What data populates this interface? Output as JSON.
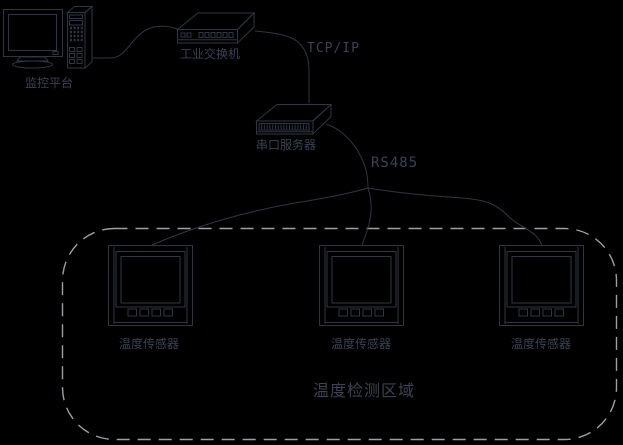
{
  "colors": {
    "background": "#000000",
    "line": "#2e3644",
    "text": "#3a4254",
    "dash": "#9aa0a6"
  },
  "nodes": {
    "workstation": {
      "label": "监控平台"
    },
    "industrial_switch": {
      "label": "工业交换机"
    },
    "serial_server": {
      "label": "串口服务器"
    },
    "sensor_1": {
      "label": "温度传感器"
    },
    "sensor_2": {
      "label": "温度传感器"
    },
    "sensor_3": {
      "label": "温度传感器"
    }
  },
  "links": {
    "tcp_ip": {
      "label": "TCP/IP"
    },
    "rs485": {
      "label": "RS485"
    }
  },
  "zone": {
    "label": "温度检测区域"
  }
}
